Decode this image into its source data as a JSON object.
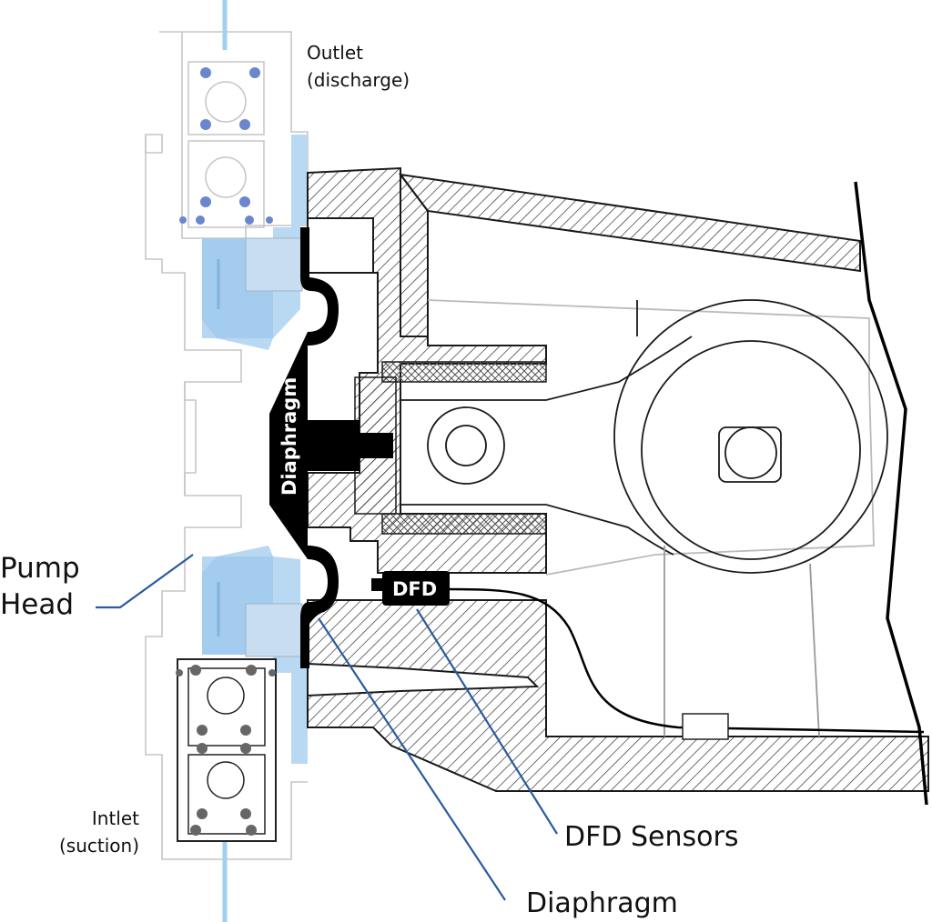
{
  "labels": {
    "outlet_line1": "Outlet",
    "outlet_line2": "(discharge)",
    "inlet_line1": "Intlet",
    "inlet_line2": "(suction)",
    "pump_head_line1": "Pump",
    "pump_head_line2": "Head",
    "diaphragm_inner": "Diaphragm",
    "dfd_tag": "DFD",
    "dfd_sensors": "DFD Sensors",
    "diaphragm_callout": "Diaphragm"
  },
  "colors": {
    "fluid": "#b9d8f1",
    "fluid_dark": "#8ec1ea",
    "fluid_stream": "#9fd0f4",
    "ball_marker": "#6a86cc",
    "leader_line": "#2a5aa0",
    "outline": "#1a1a1a",
    "diaphragm": "#000000",
    "hatch": "#333333",
    "outline_light": "#c6c6c6"
  },
  "icons": {
    "outlet_valve": "check-valve-icon",
    "inlet_valve": "check-valve-icon",
    "crank": "eccentric-crank-icon"
  }
}
